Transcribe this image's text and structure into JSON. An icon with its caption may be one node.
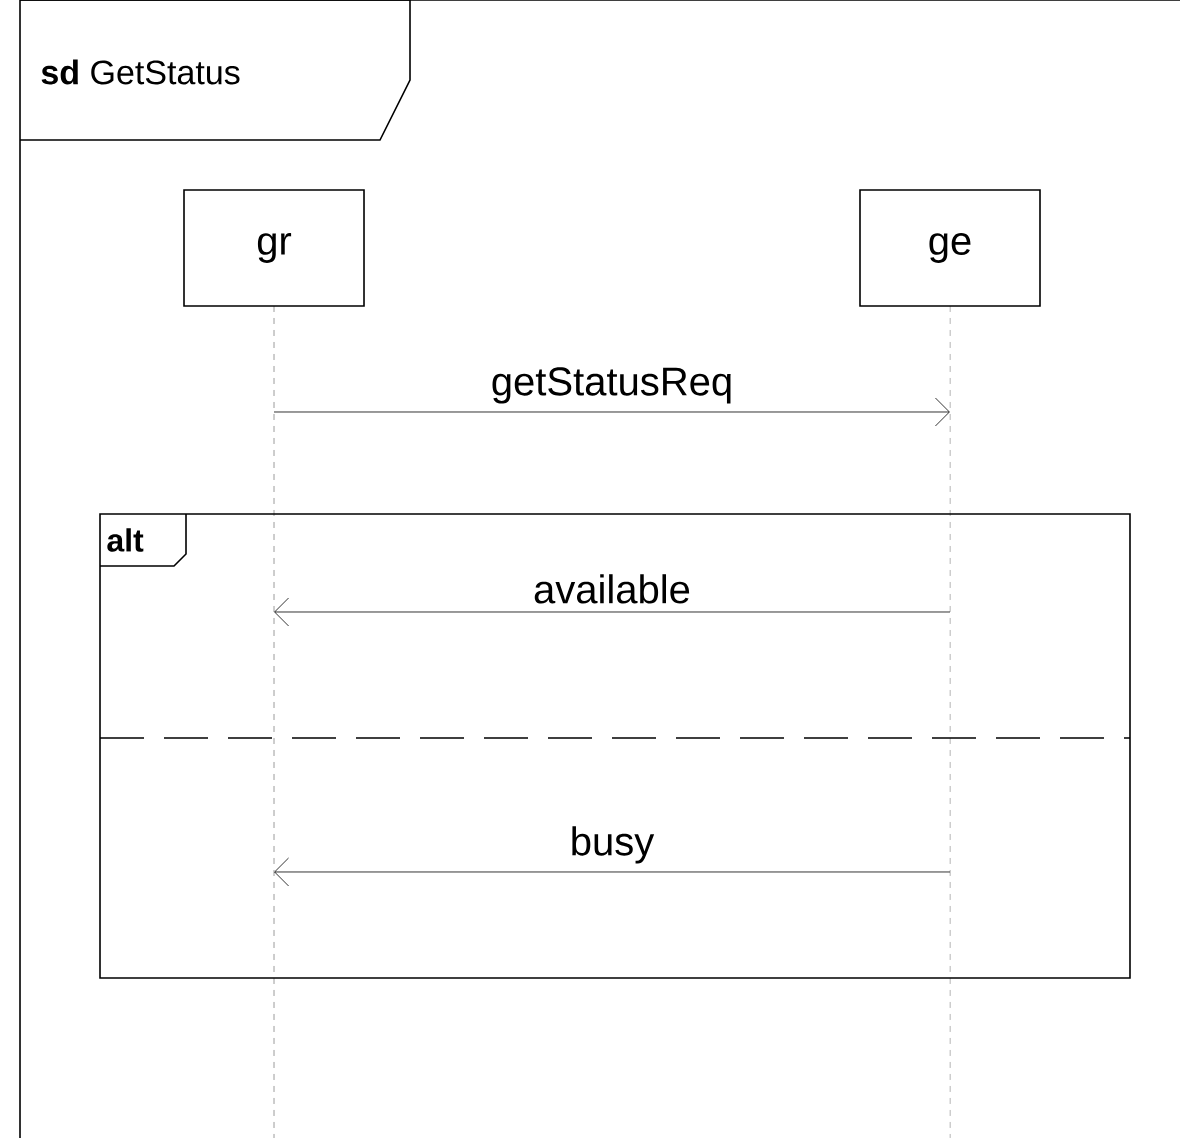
{
  "diagram": {
    "nodes": [
      {
        "text": [
          "**sd** GetStatus"
        ]
      },
      {
        "text": [
          "gr"
        ],
        "in": 0
      },
      {
        "text": [
          "ge"
        ],
        "in": 0
      },
      {
        "text": [
          "alt"
        ],
        "in": 0
      }
    ],
    "edges": [
      {
        "from": 1,
        "to": 2,
        "arrow": "to",
        "label": "getStatusReq"
      },
      {
        "from": 2,
        "to": 1,
        "arrow": "to",
        "label": "available"
      },
      {
        "from": 2,
        "to": 1,
        "arrow": "to",
        "label": "busy"
      }
    ]
  }
}
